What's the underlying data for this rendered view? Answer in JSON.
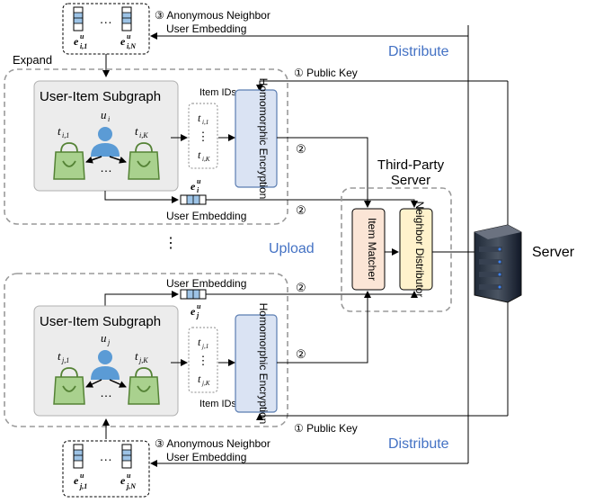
{
  "labels": {
    "expand": "Expand",
    "anon_top_line1": "③ Anonymous Neighbor",
    "anon_top_line2": "User Embedding",
    "distribute_top": "Distribute",
    "public_key_top": "① Public Key",
    "subgraph_title_i": "User-Item Subgraph",
    "item_ids_i": "Item IDs",
    "he_top": "Homomorphic Encryption",
    "two_a": "②",
    "two_b": "②",
    "two_c": "②",
    "two_d": "②",
    "user_emb_i": "User Embedding",
    "third_party_line1": "Third-Party",
    "third_party_line2": "Server",
    "item_matcher": "Item Matcher",
    "neighbor_distributor": "Neighbor Distributor",
    "upload": "Upload",
    "server": "Server",
    "vdots": "⋮",
    "user_emb_j": "User Embedding",
    "subgraph_title_j": "User-Item Subgraph",
    "he_bottom": "Homomorphic Encryption",
    "item_ids_j": "Item IDs",
    "public_key_bottom": "① Public Key",
    "distribute_bottom": "Distribute",
    "anon_bot_line1": "③ Anonymous Neighbor",
    "anon_bot_line2": "User Embedding"
  },
  "math": {
    "u_i": "u",
    "u_i_sub": "i",
    "u_j": "u",
    "u_j_sub": "j",
    "t": "t",
    "ti1_sub": "i,1",
    "tiK_sub": "i,K",
    "tj1_sub": "j,1",
    "tjK_sub": "j,K",
    "e": "e",
    "e_sup": "u",
    "ei1_sub": "i,1",
    "eiN_sub": "i,N",
    "ei_sub": "i",
    "ej_sub": "j",
    "ej1_sub": "j,1",
    "ejN_sub": "j,N",
    "dots": "…",
    "vdots": "⋮"
  },
  "colors": {
    "he_fill": "#dae3f3",
    "he_stroke": "#5b7db1",
    "matcher_fill": "#fbe5d6",
    "distributor_fill": "#fff2cc",
    "gray_box_fill": "#ececec",
    "bag_fill": "#a9d18e",
    "bag_stroke": "#548235",
    "user_fill": "#5b9bd5",
    "emb_fill": "#bdd7ee",
    "accent_blue": "#4472c4"
  },
  "icons": [
    "user-icon",
    "shopping-bag-icon",
    "server-icon",
    "embedding-vector-icon"
  ]
}
